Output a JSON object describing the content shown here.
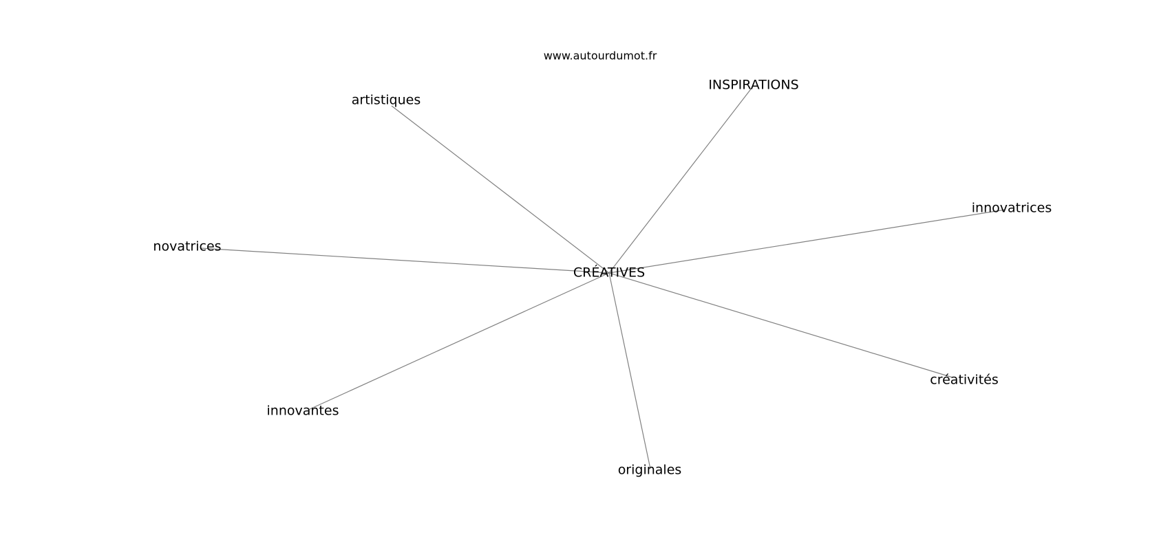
{
  "source": "www.autourdumot.fr",
  "center_word": "CRÉATIVES",
  "related_words": [
    "artistiques",
    "INSPIRATIONS",
    "innovatrices",
    "novatrices",
    "créativités",
    "innovantes",
    "originales"
  ],
  "colors": {
    "edge": "#808080",
    "text": "#000000",
    "background": "#ffffff"
  }
}
